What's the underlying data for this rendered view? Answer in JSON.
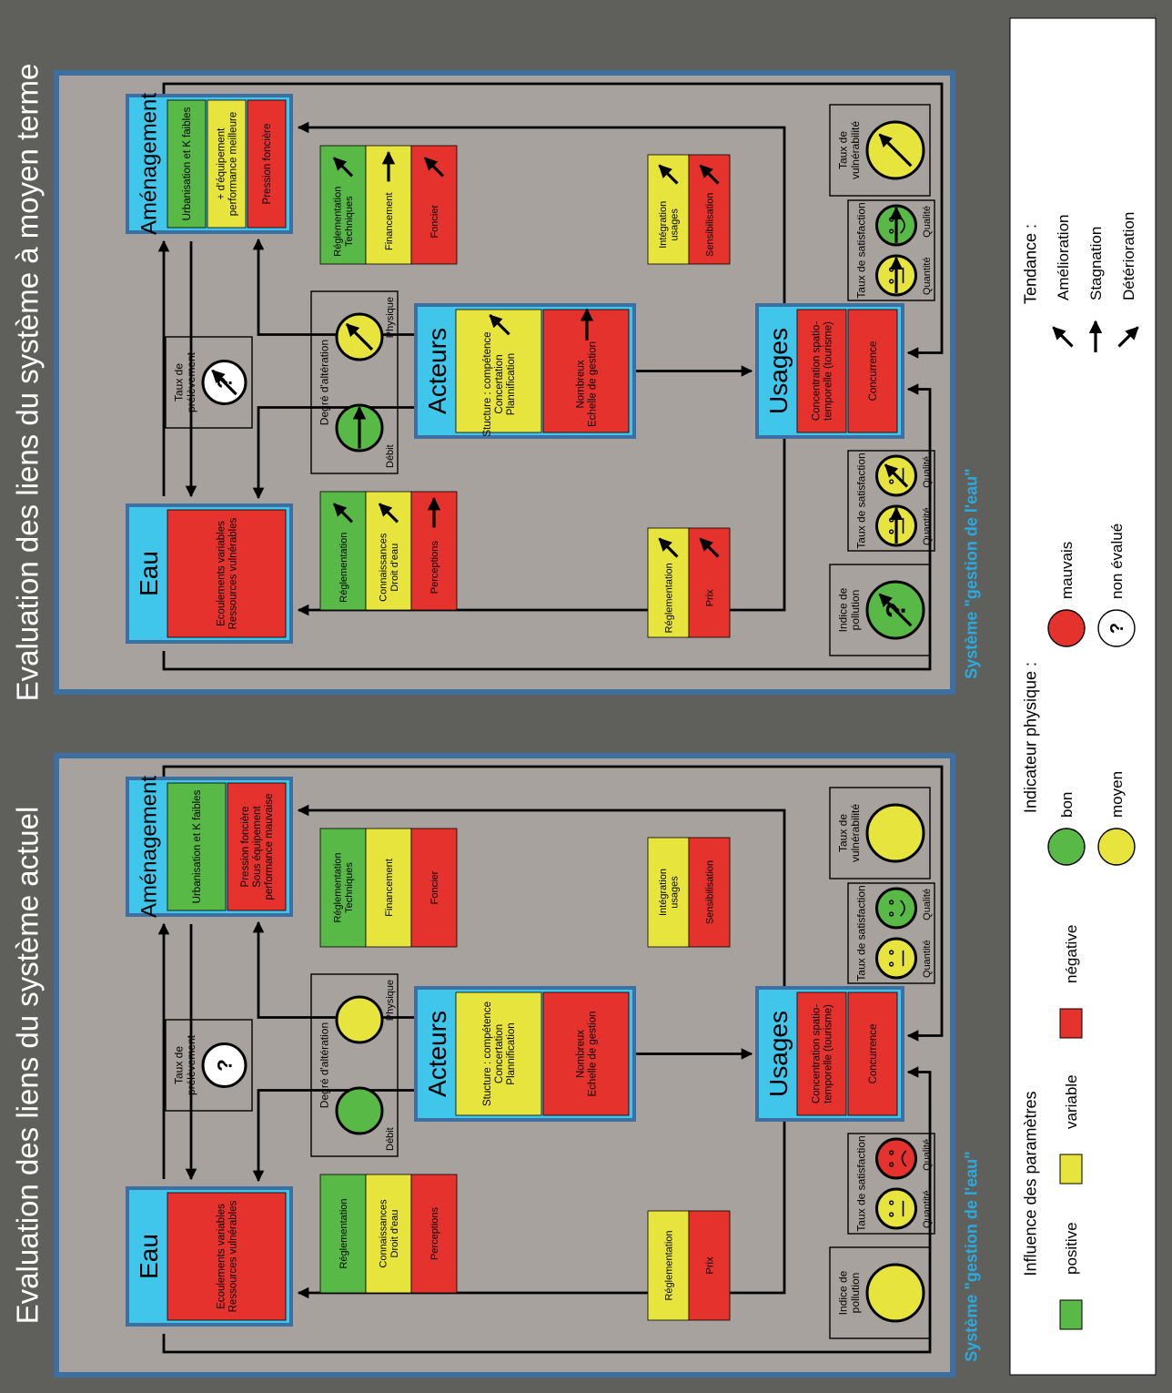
{
  "colors": {
    "page_bg": "#5f5f5b",
    "panel_bg": "#a7a29e",
    "panel_border": "#3d6fa3",
    "box_blue": "#3fc6ea",
    "green": "#58b947",
    "yellow": "#e7e43e",
    "red": "#e6322c",
    "system_label": "#29abe2",
    "legend_bg": "#ffffff"
  },
  "panel_actuel": {
    "title": "Evaluation des liens du système actuel",
    "system_label": "Système \"gestion de l'eau\"",
    "eau": {
      "title": "Eau",
      "items": [
        {
          "label": "Ecoulements variables\nRessources vulnérables",
          "color": "red",
          "trend": null
        }
      ]
    },
    "amenagement": {
      "title": "Aménagement",
      "items": [
        {
          "label": "Urbanisation et K faibles",
          "color": "green",
          "trend": null
        },
        {
          "label": "Pression foncière\nSous équipement\nperformance mauvaise",
          "color": "red",
          "trend": null
        }
      ]
    },
    "acteurs": {
      "title": "Acteurs",
      "items": [
        {
          "label": "Stucture : compétence\nConcertation\nPlannification",
          "color": "yellow",
          "trend": null
        },
        {
          "label": "Nombreux\nEchelle de gestion",
          "color": "red",
          "trend": null
        }
      ]
    },
    "usages": {
      "title": "Usages",
      "items": [
        {
          "label": "Concentration spatio-\ntemporelle (tourisme)",
          "color": "red",
          "trend": null
        },
        {
          "label": "Concurrence",
          "color": "red",
          "trend": null
        }
      ]
    },
    "stack_eau_acteurs": [
      {
        "label": "Réglementation",
        "color": "green",
        "trend": null
      },
      {
        "label": "Connaissances\nDroit d'eau",
        "color": "yellow",
        "trend": null
      },
      {
        "label": "Perceptions",
        "color": "red",
        "trend": null
      }
    ],
    "stack_amen_acteurs": [
      {
        "label": "Réglementation\nTechniques",
        "color": "green",
        "trend": null
      },
      {
        "label": "Financement",
        "color": "yellow",
        "trend": null
      },
      {
        "label": "Foncier",
        "color": "red",
        "trend": null
      }
    ],
    "stack_integration": [
      {
        "label": "Intégration\nusages",
        "color": "yellow",
        "trend": null
      },
      {
        "label": "Sensibilisation",
        "color": "red",
        "trend": null
      }
    ],
    "stack_prix": [
      {
        "label": "Réglementation",
        "color": "yellow",
        "trend": null
      },
      {
        "label": "Prix",
        "color": "red",
        "trend": null
      }
    ],
    "ind_degre": {
      "title": "Degré d'altération",
      "dials": [
        {
          "label": "Débit",
          "color": "green",
          "face": "plain",
          "trend": null
        },
        {
          "label": "Physique",
          "color": "yellow",
          "face": "plain",
          "trend": null
        }
      ]
    },
    "ind_prelevement": {
      "title": "Taux de\nprélèvement",
      "dials": [
        {
          "label": "",
          "color": "white",
          "face": "question",
          "trend": null
        }
      ]
    },
    "ind_vulnerabilite": {
      "title": "Taux de\nvulnérabilité",
      "dials": [
        {
          "label": "",
          "color": "yellow",
          "face": "plain",
          "trend": null
        }
      ]
    },
    "ind_pollution": {
      "title": "Indice de\npollution",
      "dials": [
        {
          "label": "",
          "color": "yellow",
          "face": "plain",
          "trend": null
        }
      ]
    },
    "ind_sat_top": {
      "title": "Taux de satisfaction",
      "dials": [
        {
          "label": "Quantité",
          "color": "yellow",
          "face": "neutral",
          "trend": null
        },
        {
          "label": "Qualité",
          "color": "green",
          "face": "smile",
          "trend": null
        }
      ]
    },
    "ind_sat_bottom": {
      "title": "Taux de satisfaction",
      "dials": [
        {
          "label": "Quantité",
          "color": "yellow",
          "face": "neutral",
          "trend": null
        },
        {
          "label": "Qualité",
          "color": "red",
          "face": "frown",
          "trend": null
        }
      ]
    }
  },
  "panel_futur": {
    "title": "Evaluation des liens  du système à moyen terme",
    "system_label": "Système \"gestion de l'eau\"",
    "eau": {
      "title": "Eau",
      "items": [
        {
          "label": "Ecoulements variables\nRessources vulnérables",
          "color": "red",
          "trend": null
        }
      ]
    },
    "amenagement": {
      "title": "Aménagement",
      "items": [
        {
          "label": "Urbanisation et K faibles",
          "color": "green",
          "trend": null
        },
        {
          "label": "+ d'équipement\nperformance meilleure",
          "color": "yellow",
          "trend": null
        },
        {
          "label": "Pression foncière",
          "color": "red",
          "trend": null
        }
      ]
    },
    "acteurs": {
      "title": "Acteurs",
      "items": [
        {
          "label": "Stucture : compétence\nConcertation\nPlannification",
          "color": "yellow",
          "trend": "up"
        },
        {
          "label": "Nombreux\nEchelle de gestion",
          "color": "red",
          "trend": "flat"
        }
      ]
    },
    "usages": {
      "title": "Usages",
      "items": [
        {
          "label": "Concentration spatio-\ntemporelle (tourisme)",
          "color": "red",
          "trend": null
        },
        {
          "label": "Concurrence",
          "color": "red",
          "trend": null
        }
      ]
    },
    "stack_eau_acteurs": [
      {
        "label": "Réglementation",
        "color": "green",
        "trend": "up"
      },
      {
        "label": "Connaissances\nDroit d'eau",
        "color": "yellow",
        "trend": "up"
      },
      {
        "label": "Perceptions",
        "color": "red",
        "trend": "flat"
      }
    ],
    "stack_amen_acteurs": [
      {
        "label": "Réglementation\nTechniques",
        "color": "green",
        "trend": "up"
      },
      {
        "label": "Financement",
        "color": "yellow",
        "trend": "flat"
      },
      {
        "label": "Foncier",
        "color": "red",
        "trend": "up"
      }
    ],
    "stack_integration": [
      {
        "label": "Intégration\nusages",
        "color": "yellow",
        "trend": "up"
      },
      {
        "label": "Sensibilisation",
        "color": "red",
        "trend": "up"
      }
    ],
    "stack_prix": [
      {
        "label": "Réglementation",
        "color": "yellow",
        "trend": "up"
      },
      {
        "label": "Prix",
        "color": "red",
        "trend": "up"
      }
    ],
    "ind_degre": {
      "title": "Degré d'altération",
      "dials": [
        {
          "label": "Débit",
          "color": "green",
          "face": "plain",
          "trend": "flat"
        },
        {
          "label": "Physique",
          "color": "yellow",
          "face": "plain",
          "trend": "up"
        }
      ]
    },
    "ind_prelevement": {
      "title": "Taux de\nprélèvement",
      "dials": [
        {
          "label": "",
          "color": "white",
          "face": "question",
          "trend": "up"
        }
      ]
    },
    "ind_vulnerabilite": {
      "title": "Taux de\nvulnérabilité",
      "dials": [
        {
          "label": "",
          "color": "yellow",
          "face": "plain",
          "trend": "up"
        }
      ]
    },
    "ind_pollution": {
      "title": "Indice de\npollution",
      "dials": [
        {
          "label": "",
          "color": "green",
          "face": "question",
          "trend": "up"
        }
      ]
    },
    "ind_sat_top": {
      "title": "Taux de satisfaction",
      "dials": [
        {
          "label": "Quantité",
          "color": "yellow",
          "face": "neutral",
          "trend": "flat"
        },
        {
          "label": "Qualité",
          "color": "green",
          "face": "smile",
          "trend": "flat"
        }
      ]
    },
    "ind_sat_bottom": {
      "title": "Taux de satisfaction",
      "dials": [
        {
          "label": "Quantité",
          "color": "yellow",
          "face": "neutral",
          "trend": "flat"
        },
        {
          "label": "Qualité",
          "color": "yellow",
          "face": "neutral",
          "trend": "up"
        }
      ]
    }
  },
  "legend": {
    "influence": {
      "title": "Influence des paramètres",
      "items": [
        {
          "label": "positive",
          "color": "green"
        },
        {
          "label": "variable",
          "color": "yellow"
        },
        {
          "label": "négative",
          "color": "red"
        }
      ]
    },
    "indicateur": {
      "title": "Indicateur physique :",
      "items": [
        {
          "label": "bon",
          "color": "green"
        },
        {
          "label": "mauvais",
          "color": "red"
        },
        {
          "label": "moyen",
          "color": "yellow"
        },
        {
          "label": "non évalué",
          "color": "white",
          "symbol": "?"
        }
      ]
    },
    "tendance": {
      "title": "Tendance :",
      "items": [
        {
          "label": "Amélioration",
          "trend": "up"
        },
        {
          "label": "Stagnation",
          "trend": "flat"
        },
        {
          "label": "Détérioration",
          "trend": "down"
        }
      ]
    }
  }
}
